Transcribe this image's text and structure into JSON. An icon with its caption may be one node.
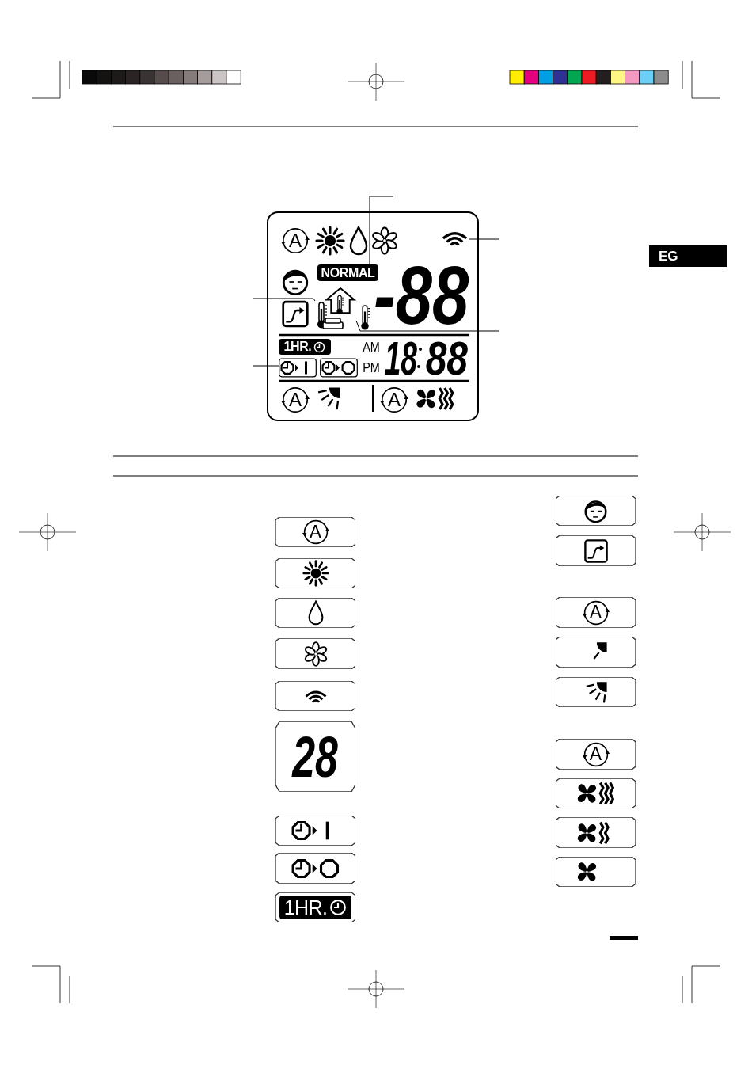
{
  "diagram": {
    "nodes": [
      {
        "text": [
          "NORMAL"
        ]
      },
      {
        "text": [],
        "shape": "picture"
      },
      {
        "text": [],
        "shape": "picture"
      },
      {
        "text": [],
        "shape": "picture"
      },
      {
        "text": [],
        "shape": "picture"
      },
      {
        "text": [
          "1HR."
        ]
      },
      {
        "text": [
          "A"
        ]
      },
      {
        "text": [],
        "shape": "box"
      },
      {
        "text": [],
        "shape": "box"
      },
      {
        "text": [],
        "shape": "box"
      },
      {
        "text": [],
        "shape": "box"
      },
      {
        "text": [
          "28"
        ]
      },
      {
        "text": [],
        "shape": "box"
      },
      {
        "text": [],
        "shape": "box"
      },
      {
        "text": [],
        "shape": "box"
      },
      {
        "text": [
          "1HR."
        ],
        "in": 14
      },
      {
        "text": [],
        "shape": "box"
      },
      {
        "text": [],
        "shape": "box"
      },
      {
        "text": [
          "A"
        ]
      },
      {
        "text": [],
        "shape": "box"
      },
      {
        "text": [],
        "shape": "box"
      },
      {
        "text": [
          "A"
        ]
      },
      {
        "text": [],
        "shape": "box"
      },
      {
        "text": [],
        "shape": "box"
      },
      {
        "text": [],
        "shape": "box"
      },
      {
        "text": [
          "EG"
        ]
      }
    ],
    "edges": [
      {
        "from": null,
        "to": 0,
        "arrow": "none"
      },
      {
        "from": null,
        "to": 1,
        "arrow": "none"
      },
      {
        "from": null,
        "to": 2,
        "arrow": "none"
      },
      {
        "from": null,
        "to": 3,
        "arrow": "none"
      },
      {
        "from": null,
        "to": 4,
        "arrow": "none"
      }
    ],
    "labels": [
      "A",
      "-88",
      "AM",
      "18",
      "88",
      "PM",
      "A",
      "A"
    ]
  }
}
